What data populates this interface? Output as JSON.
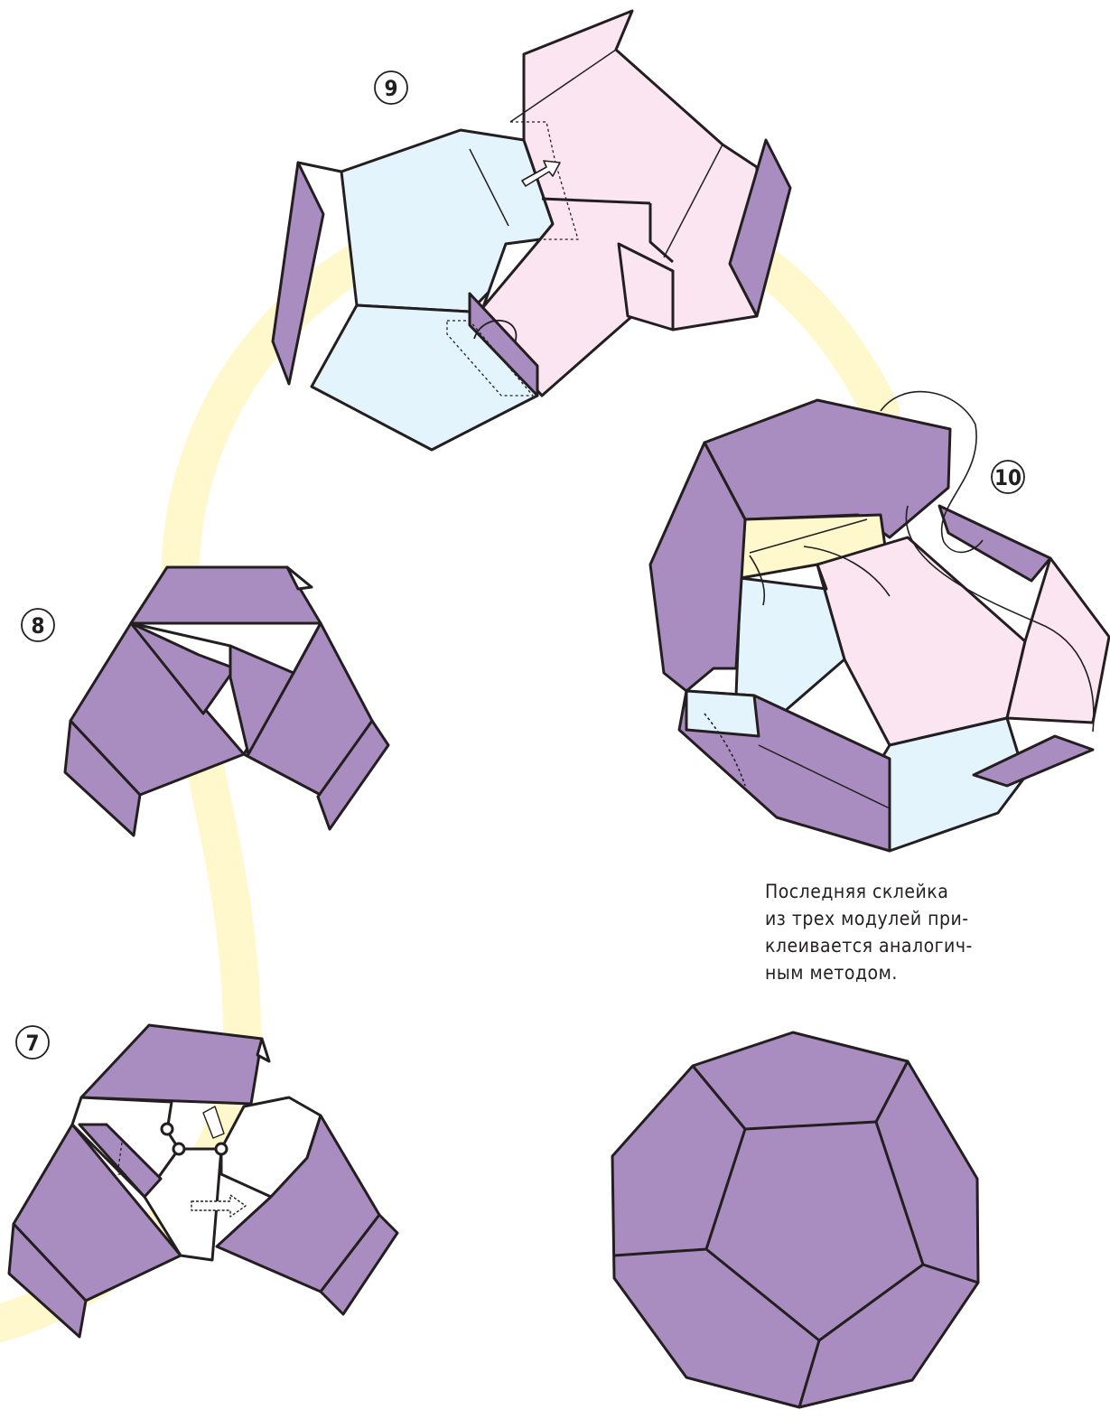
{
  "steps": [
    {
      "number": "7"
    },
    {
      "number": "8"
    },
    {
      "number": "9"
    },
    {
      "number": "10"
    }
  ],
  "caption": {
    "lines": [
      "Последняя склейка",
      "из трех модулей при-",
      "клеивается аналогич-",
      "ным методом."
    ]
  },
  "colors": {
    "purple": "#a98cc0",
    "pink": "#fbe5f0",
    "light_blue": "#e4f4fc",
    "path_yellow": "#fff8cc",
    "outline": "#231f20"
  }
}
